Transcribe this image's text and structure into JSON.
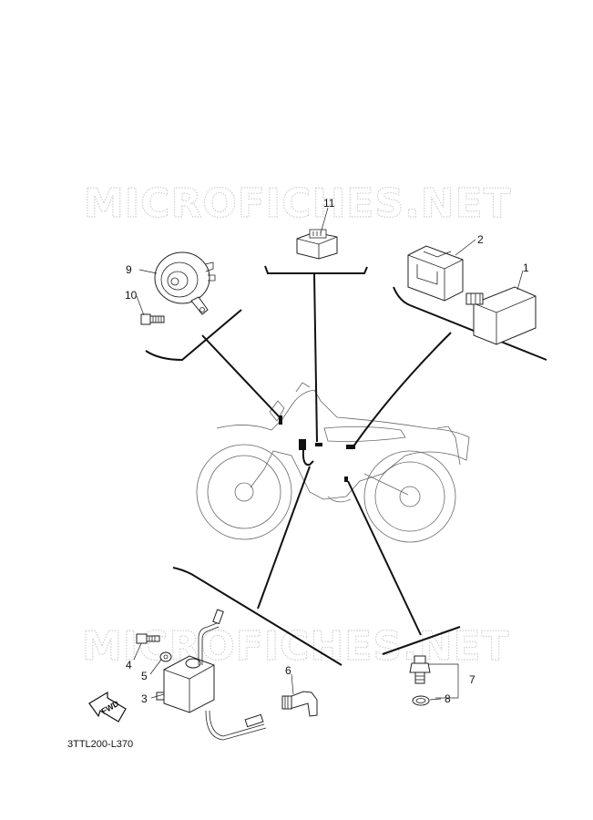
{
  "watermark": {
    "top": "MICROFICHES.NET",
    "bottom": "MICROFICHES.NET"
  },
  "callouts": {
    "p1": "1",
    "p2": "2",
    "p3": "3",
    "p4": "4",
    "p5": "5",
    "p6": "6",
    "p7": "7",
    "p8": "8",
    "p9": "9",
    "p10": "10",
    "p11": "11"
  },
  "fwd_label": "FWD",
  "reference_code": "3TTL200-L370"
}
